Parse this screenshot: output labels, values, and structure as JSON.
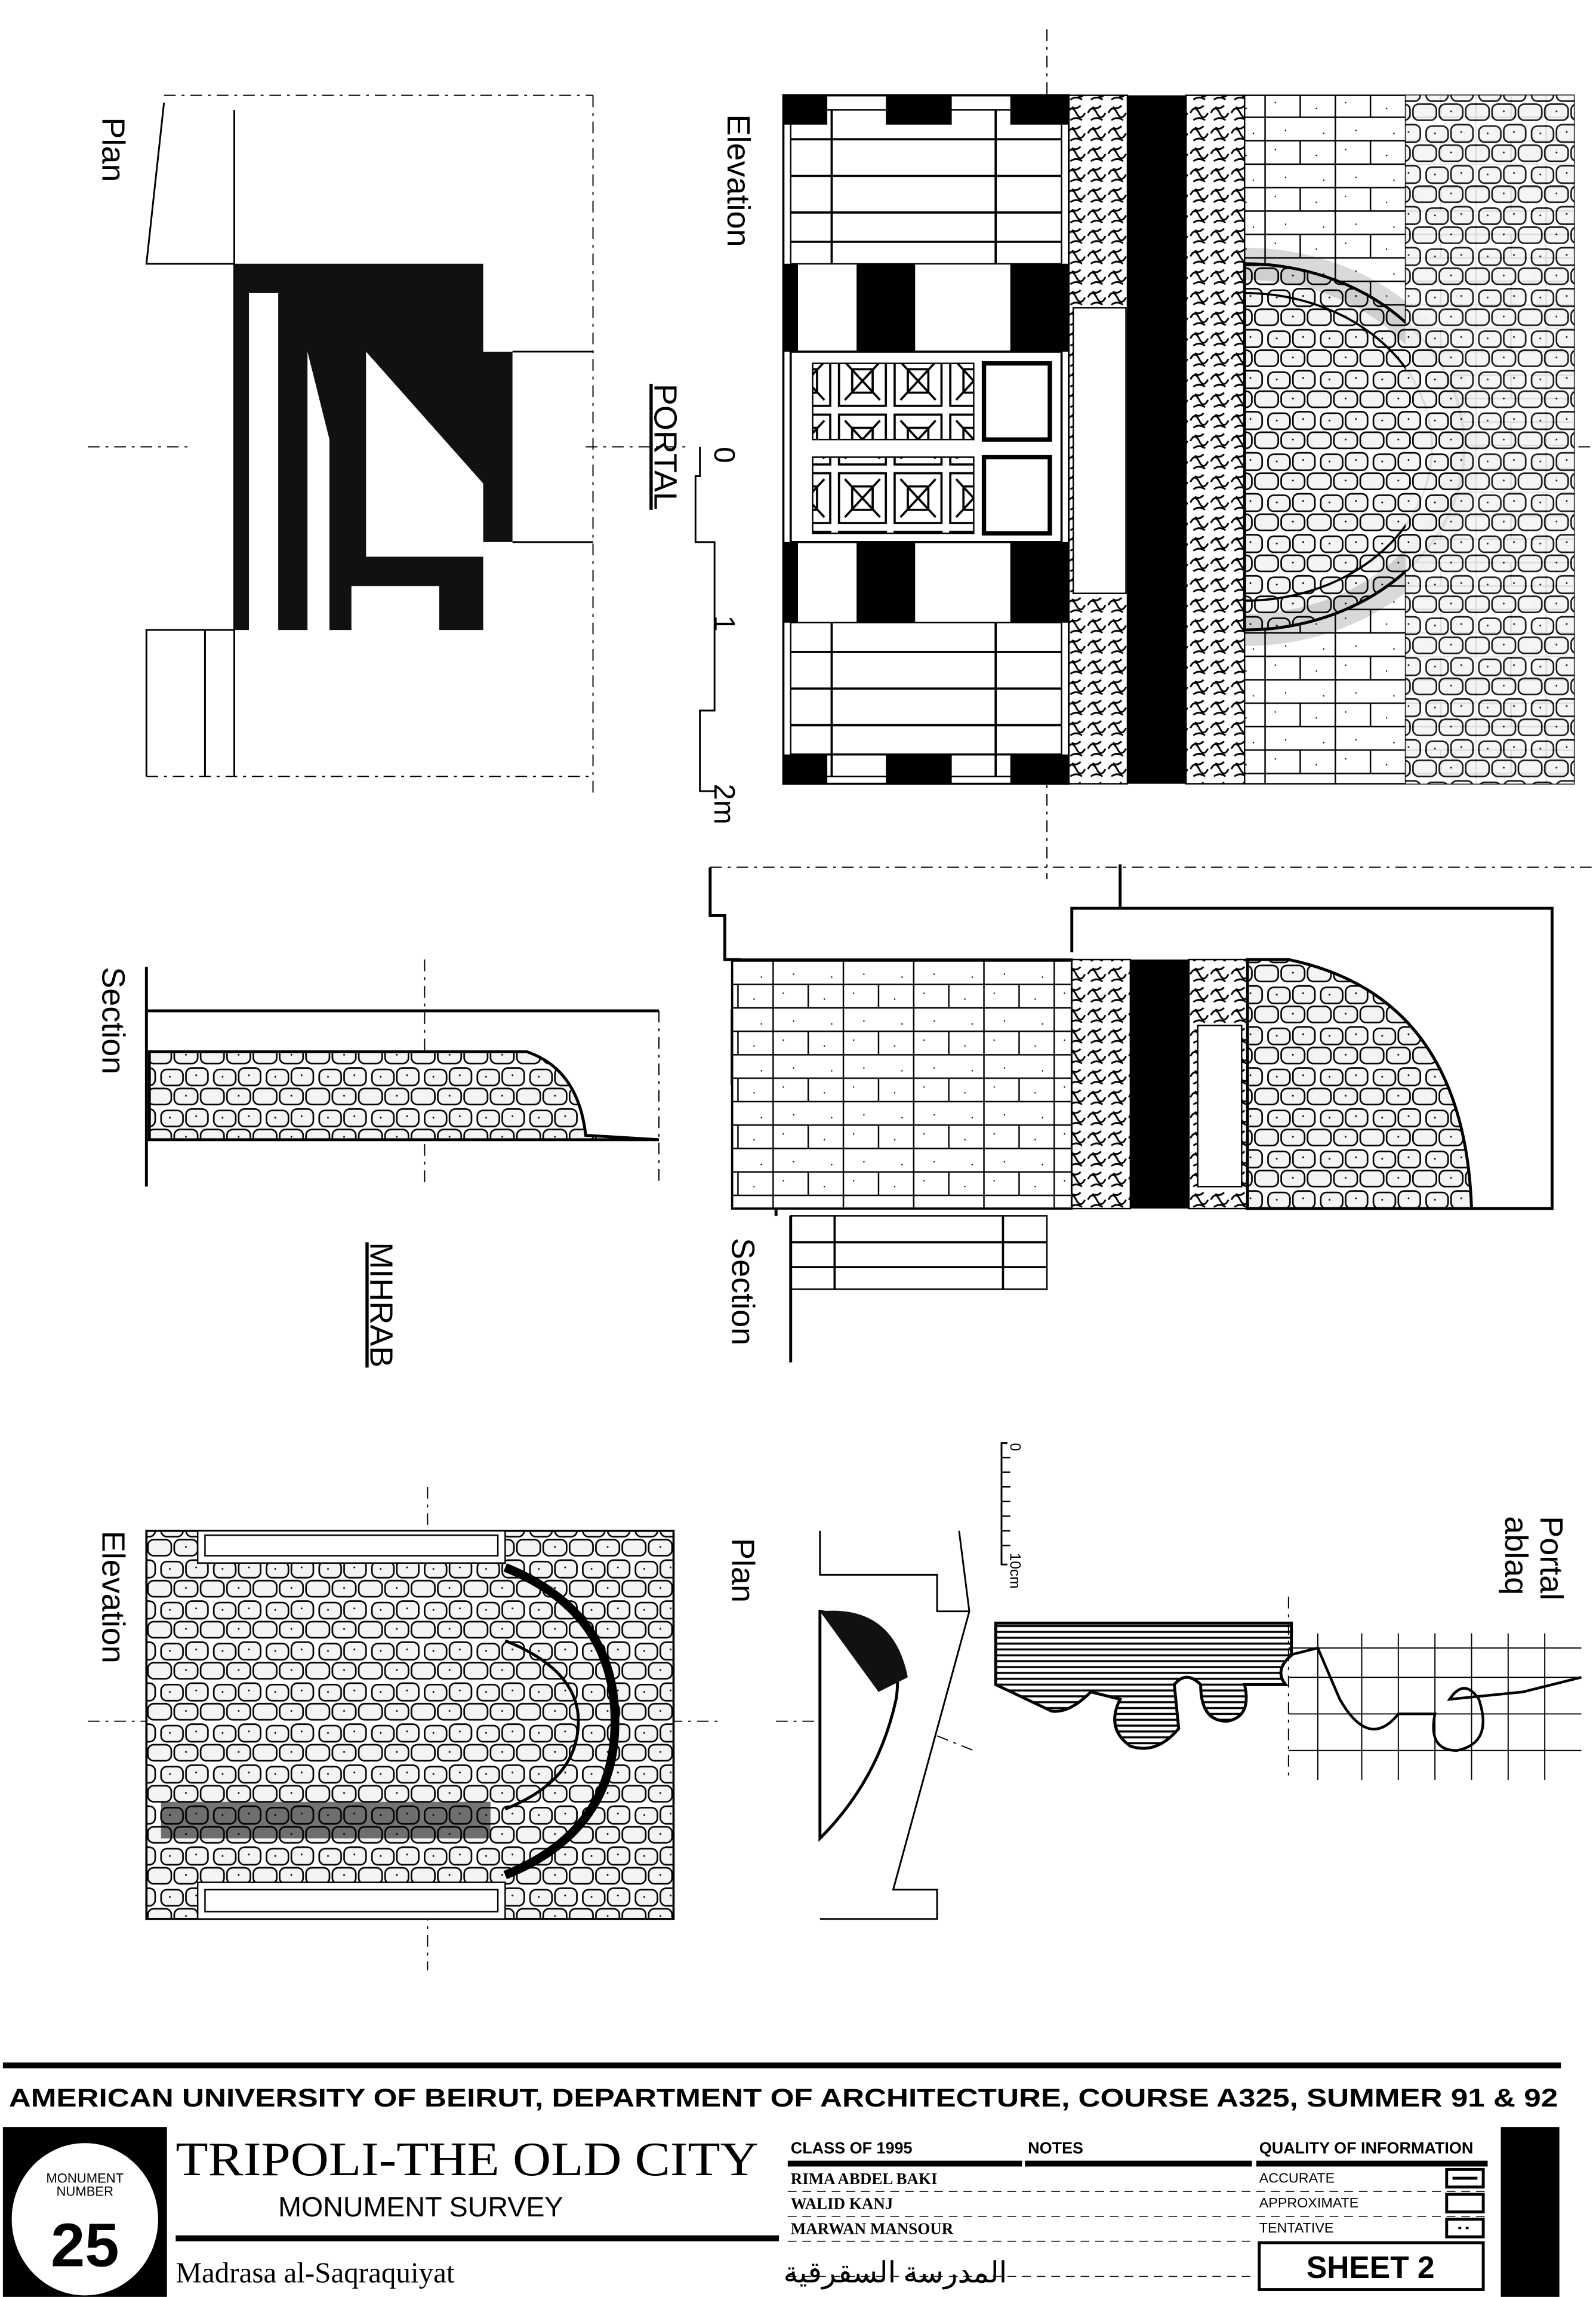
{
  "drawings": {
    "portal_plan_label": "Plan",
    "portal_elevation_label": "Elevation",
    "portal_title": "PORTAL",
    "portal_scale": {
      "zero": "0",
      "one": "1",
      "two": "2m"
    },
    "portal_section_label": "Section",
    "mihrab_section_label": "Section",
    "mihrab_title": "MIHRAB",
    "mihrab_elevation_label": "Elevation",
    "mihrab_plan_label": "Plan",
    "ablaq_label_1": "Portal",
    "ablaq_label_2": "ablaq",
    "ablaq_scale": {
      "zero": "0",
      "ten": "10cm"
    }
  },
  "title_block": {
    "header": "AMERICAN UNIVERSITY OF BEIRUT,  DEPARTMENT OF ARCHITECTURE,  COURSE A325,  SUMMER 91 & 92",
    "monument_label_1": "MONUMENT",
    "monument_label_2": "NUMBER",
    "monument_number": "25",
    "city_title": "TRIPOLI-THE OLD CITY",
    "survey_subtitle": "MONUMENT SURVEY",
    "monument_name": "Madrasa al-Saqraquiyat",
    "monument_name_arabic": "المدرسة السقرقية",
    "class_heading": "CLASS OF 1995",
    "notes_heading": "NOTES",
    "quality_heading": "QUALITY OF INFORMATION",
    "students": [
      "RIMA ABDEL BAKI",
      "WALID KANJ",
      "MARWAN MANSOUR"
    ],
    "quality_levels": [
      "ACCURATE",
      "APPROXIMATE",
      "TENTATIVE"
    ],
    "sheet": "SHEET 2"
  }
}
